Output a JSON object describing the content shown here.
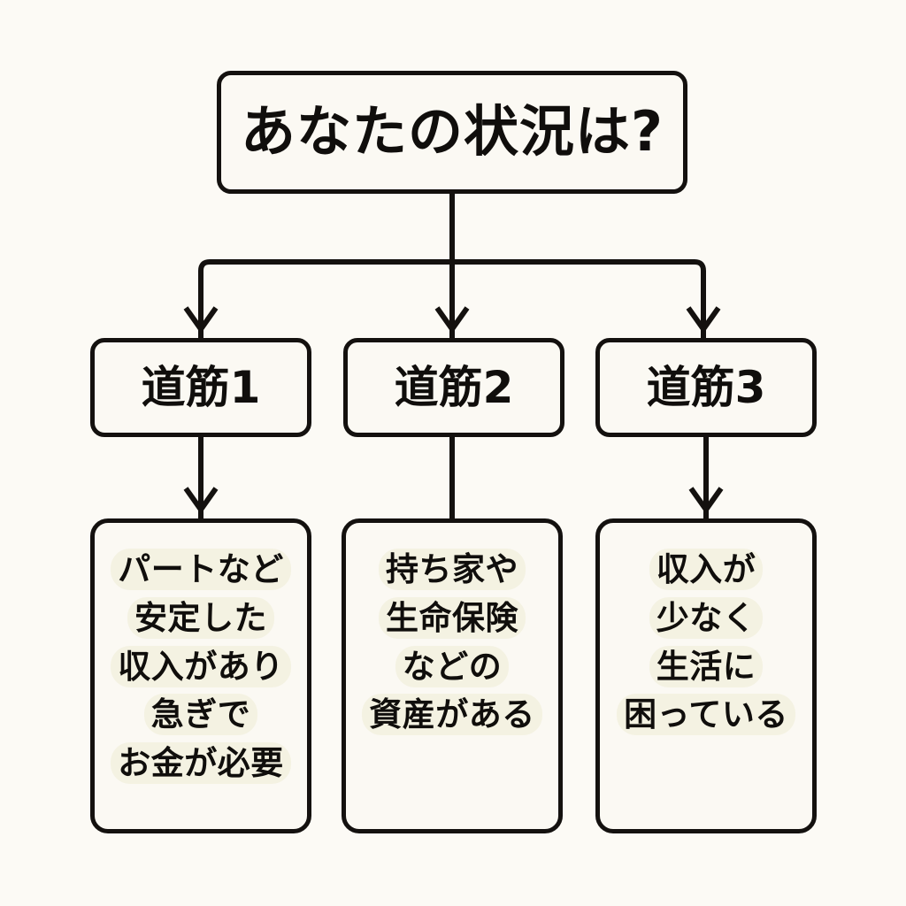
{
  "diagram": {
    "title_node": {
      "id": "root",
      "label": "あなたの状況は?"
    },
    "path_nodes": [
      {
        "id": "path-1",
        "label": "道筋1"
      },
      {
        "id": "path-2",
        "label": "道筋2"
      },
      {
        "id": "path-3",
        "label": "道筋3"
      }
    ],
    "detail_nodes": [
      {
        "id": "detail-1",
        "label": "パートなど\n安定した\n収入があり\n急ぎで\nお金が必要"
      },
      {
        "id": "detail-2",
        "label": "持ち家や\n生命保険\nなどの\n資産がある"
      },
      {
        "id": "detail-3",
        "label": "収入が\n少なく\n生活に\n困っている"
      }
    ],
    "colors": {
      "background": "#fcfaf5",
      "node_fill": "#fbf9f3",
      "node_border": "#14110f",
      "text": "#100e0c",
      "highlight": "#f4f2e2",
      "connector": "#14110f"
    },
    "connectors": [
      {
        "id": "root-to-bus",
        "from": "root",
        "to": "bus",
        "arrowhead": false
      },
      {
        "id": "bus-to-path-1",
        "from": "bus",
        "to": "path-1",
        "arrowhead": true
      },
      {
        "id": "bus-to-path-2",
        "from": "bus",
        "to": "path-2",
        "arrowhead": true
      },
      {
        "id": "bus-to-path-3",
        "from": "bus",
        "to": "path-3",
        "arrowhead": true
      },
      {
        "id": "path-1-to-detail-1",
        "from": "path-1",
        "to": "detail-1",
        "arrowhead": true
      },
      {
        "id": "path-2-to-detail-2",
        "from": "path-2",
        "to": "detail-2",
        "arrowhead": false
      },
      {
        "id": "path-3-to-detail-3",
        "from": "path-3",
        "to": "detail-3",
        "arrowhead": true
      }
    ]
  }
}
